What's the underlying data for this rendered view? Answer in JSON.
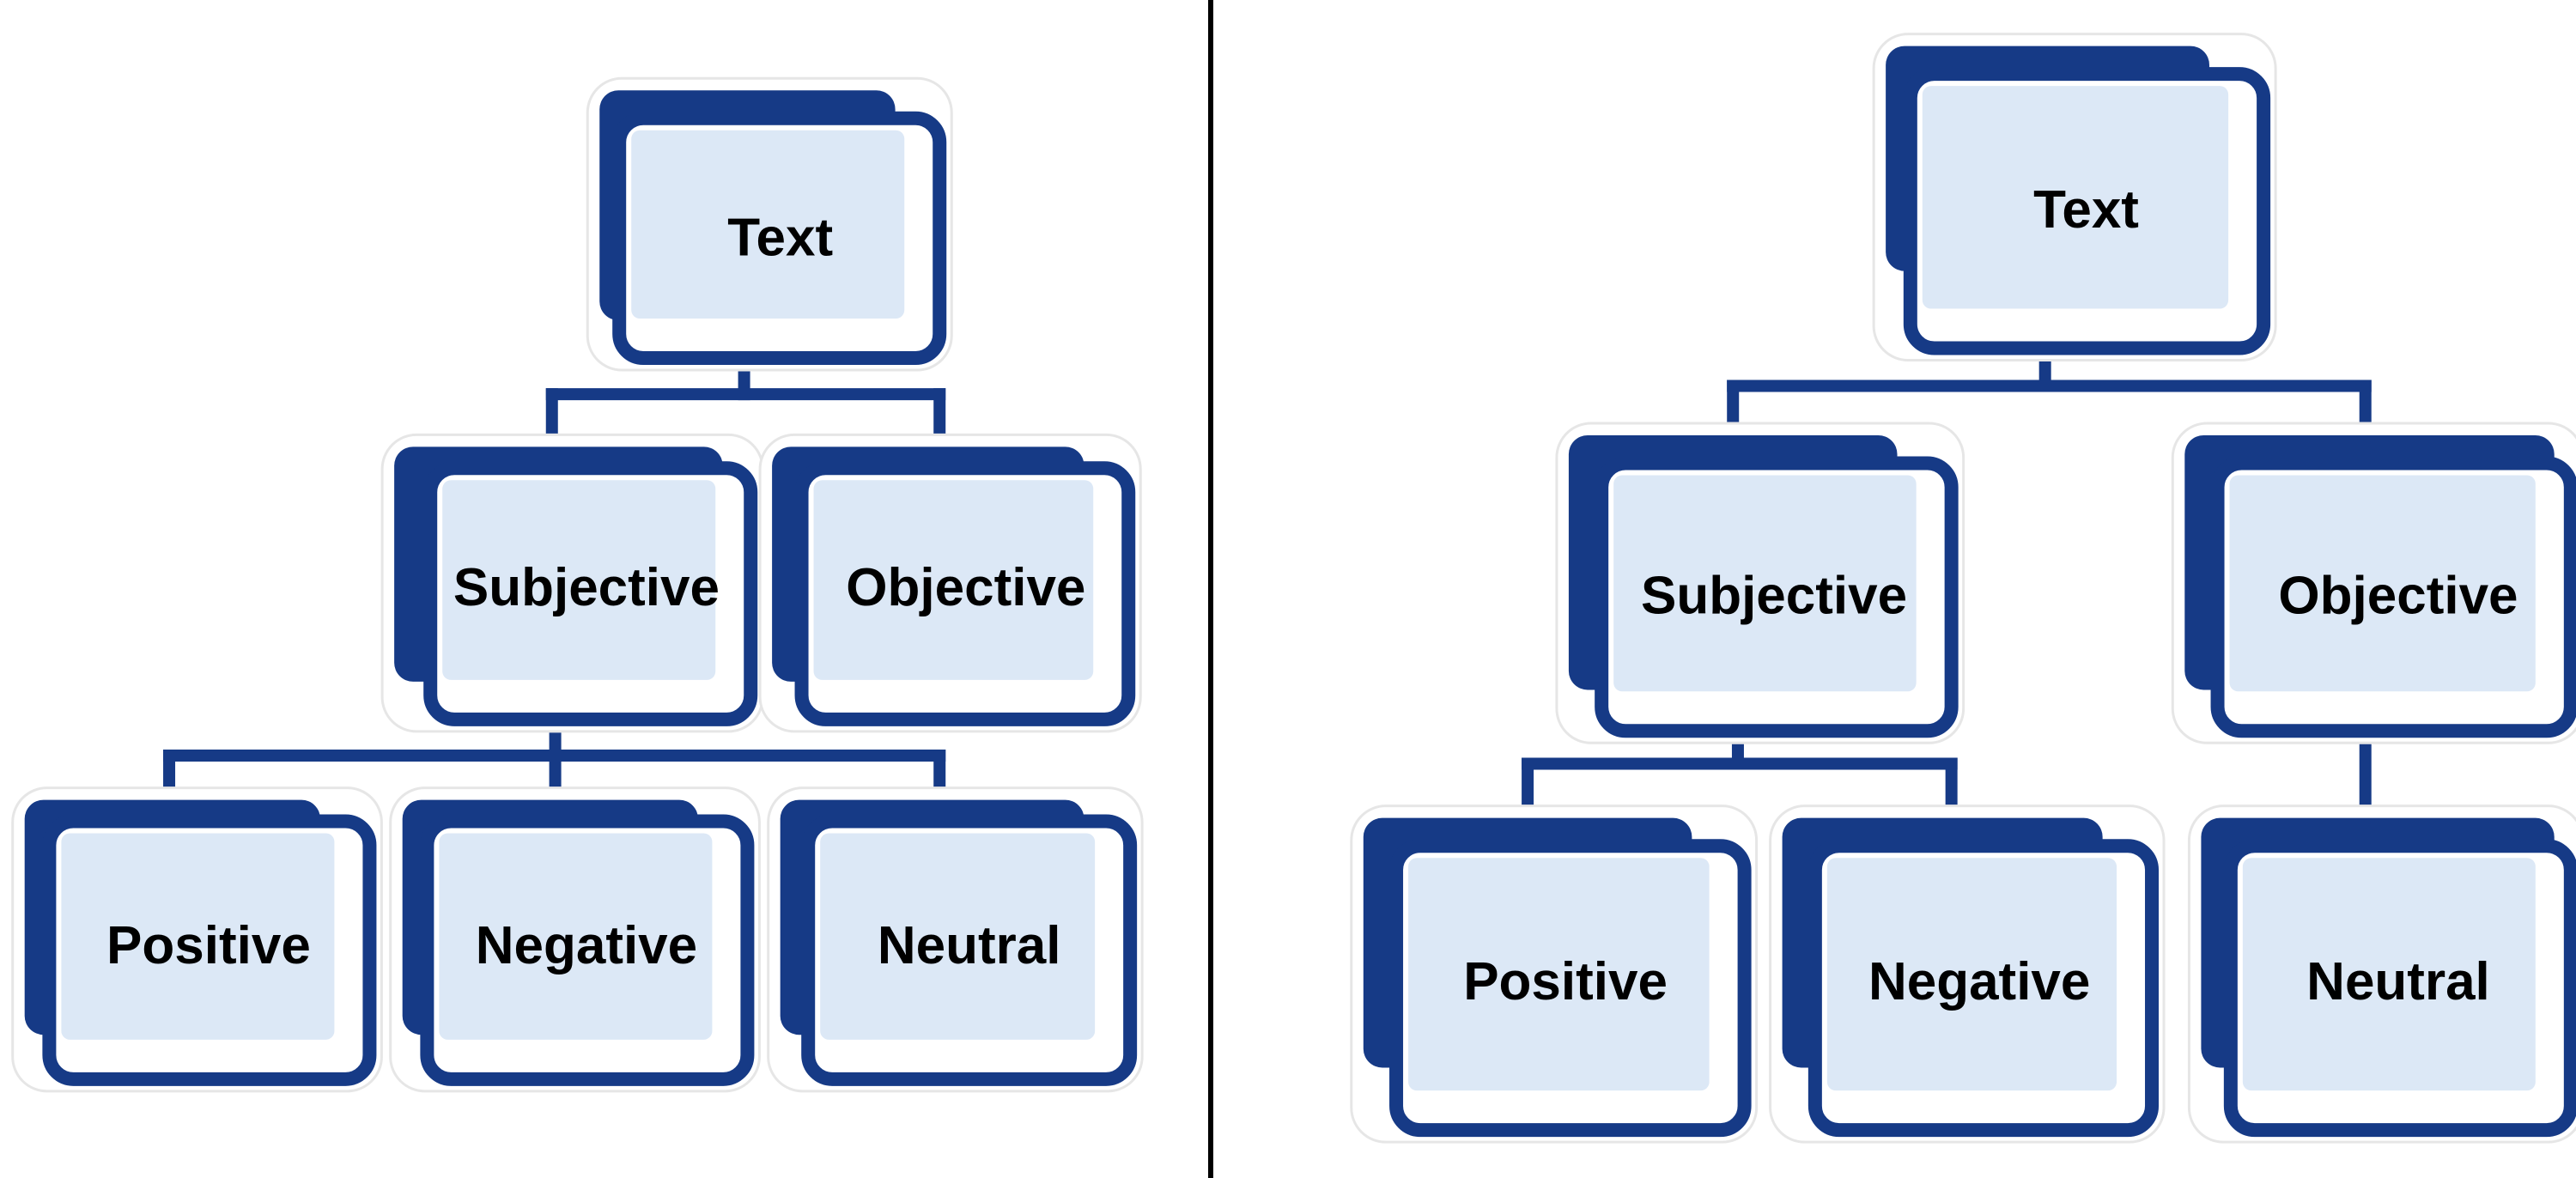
{
  "colors": {
    "box_dark": "#163a86",
    "box_light": "#dce8f6",
    "divider": "#000000"
  },
  "left_diagram": {
    "root": "Text",
    "level1": [
      "Subjective",
      "Objective"
    ],
    "level2": [
      "Positive",
      "Negative",
      "Neutral"
    ]
  },
  "right_diagram": {
    "root": "Text",
    "level1": [
      "Subjective",
      "Objective"
    ],
    "level2": [
      "Positive",
      "Negative",
      "Neutral"
    ]
  }
}
